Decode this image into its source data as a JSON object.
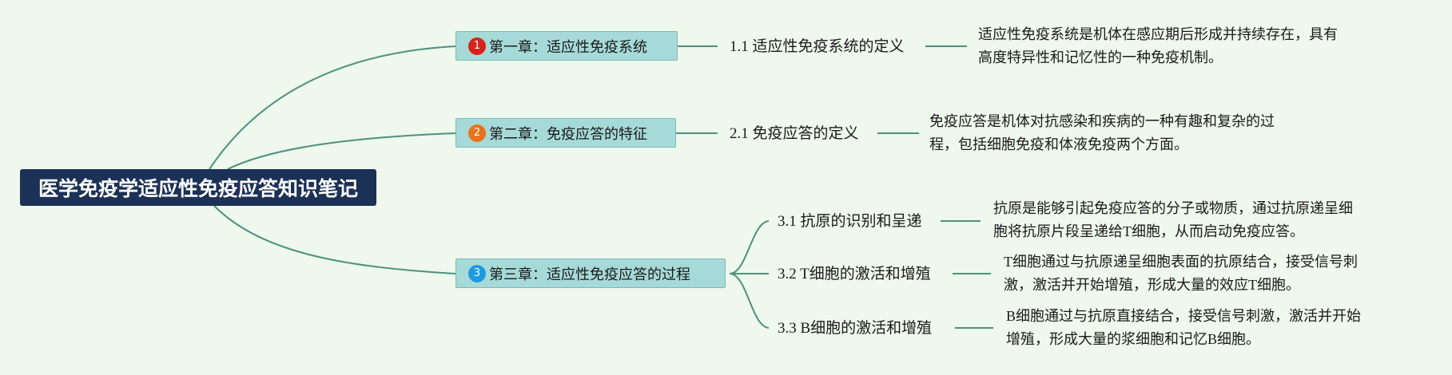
{
  "root": {
    "title": "医学免疫学适应性免疫应答知识笔记"
  },
  "colors": {
    "background": "#eef8ec",
    "root_fill": "#1c3156",
    "chapter_fill": "#a6dad8",
    "connector": "#4e907f",
    "badge_1": "#d8231c",
    "badge_2": "#e8731e",
    "badge_3": "#1e9ae0"
  },
  "chapters": [
    {
      "badge": "1",
      "label": "第一章：适应性免疫系统",
      "topics": [
        {
          "label": "1.1 适应性免疫系统的定义",
          "desc": [
            "适应性免疫系统是机体在感应期后形成并持续存在，具有",
            "高度特异性和记忆性的一种免疫机制。"
          ]
        }
      ]
    },
    {
      "badge": "2",
      "label": "第二章：免疫应答的特征",
      "topics": [
        {
          "label": "2.1 免疫应答的定义",
          "desc": [
            "免疫应答是机体对抗感染和疾病的一种有趣和复杂的过",
            "程，包括细胞免疫和体液免疫两个方面。"
          ]
        }
      ]
    },
    {
      "badge": "3",
      "label": "第三章：适应性免疫应答的过程",
      "topics": [
        {
          "label": "3.1 抗原的识别和呈递",
          "desc": [
            "抗原是能够引起免疫应答的分子或物质，通过抗原递呈细",
            "胞将抗原片段呈递给T细胞，从而启动免疫应答。"
          ]
        },
        {
          "label": "3.2 T细胞的激活和增殖",
          "desc": [
            "T细胞通过与抗原递呈细胞表面的抗原结合，接受信号刺",
            "激，激活并开始增殖，形成大量的效应T细胞。"
          ]
        },
        {
          "label": "3.3 B细胞的激活和增殖",
          "desc": [
            "B细胞通过与抗原直接结合，接受信号刺激，激活并开始",
            "增殖，形成大量的浆细胞和记忆B细胞。"
          ]
        }
      ]
    }
  ]
}
